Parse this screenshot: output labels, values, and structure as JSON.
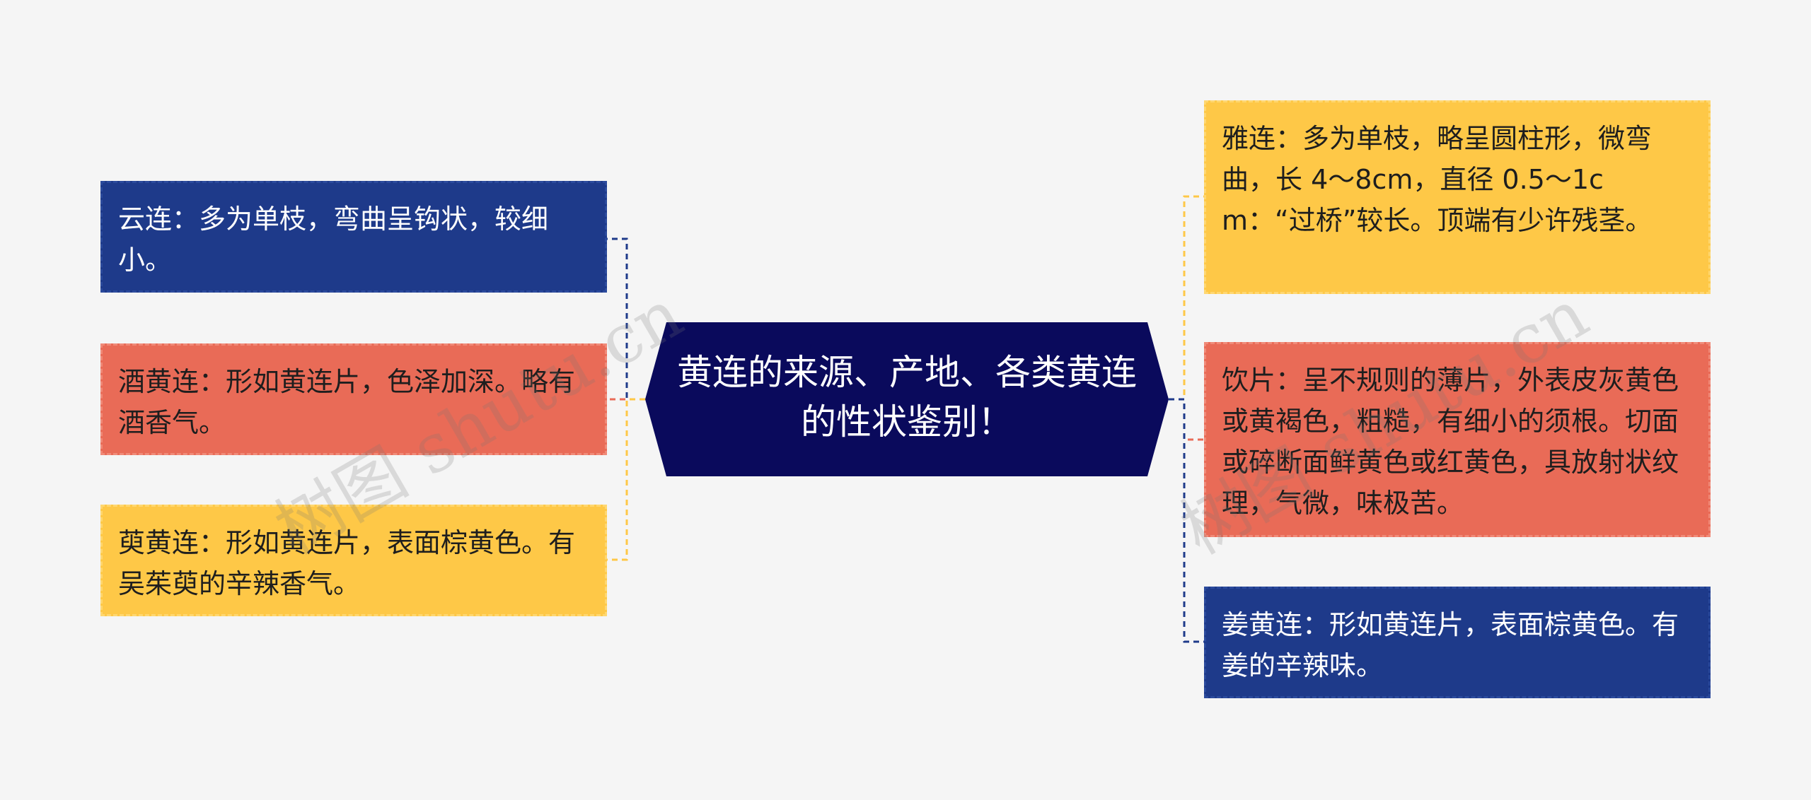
{
  "center": {
    "title": "黄连的来源、产地、各类黄连的性状鉴别！"
  },
  "left_nodes": [
    {
      "text": "云连：多为单枝，弯曲呈钩状，较细小。",
      "color": "blue"
    },
    {
      "text": "酒黄连：形如黄连片，色泽加深。略有酒香气。",
      "color": "red"
    },
    {
      "text": "萸黄连：形如黄连片，表面棕黄色。有吴茱萸的辛辣香气。",
      "color": "yellow"
    }
  ],
  "right_nodes": [
    {
      "text": "雅连：多为单枝，略呈圆柱形，微弯曲，长 4～8cm，直径 0.5～1cm：“过桥”较长。顶端有少许残茎。",
      "color": "yellow"
    },
    {
      "text": "饮片：呈不规则的薄片，外表皮灰黄色或黄褐色，粗糙，有细小的须根。切面或碎断面鲜黄色或红黄色，具放射状纹理，气微，味极苦。",
      "color": "red"
    },
    {
      "text": "姜黄连：形如黄连片，表面棕黄色。有姜的辛辣味。",
      "color": "blue"
    }
  ],
  "watermarks": [
    "树图 shutu.cn",
    "树图 shutu.cn"
  ],
  "colors": {
    "background": "#f5f5f5",
    "center_fill": "#0a0a5c",
    "blue": "#1e3a8a",
    "red": "#e96b57",
    "yellow": "#fec847"
  }
}
